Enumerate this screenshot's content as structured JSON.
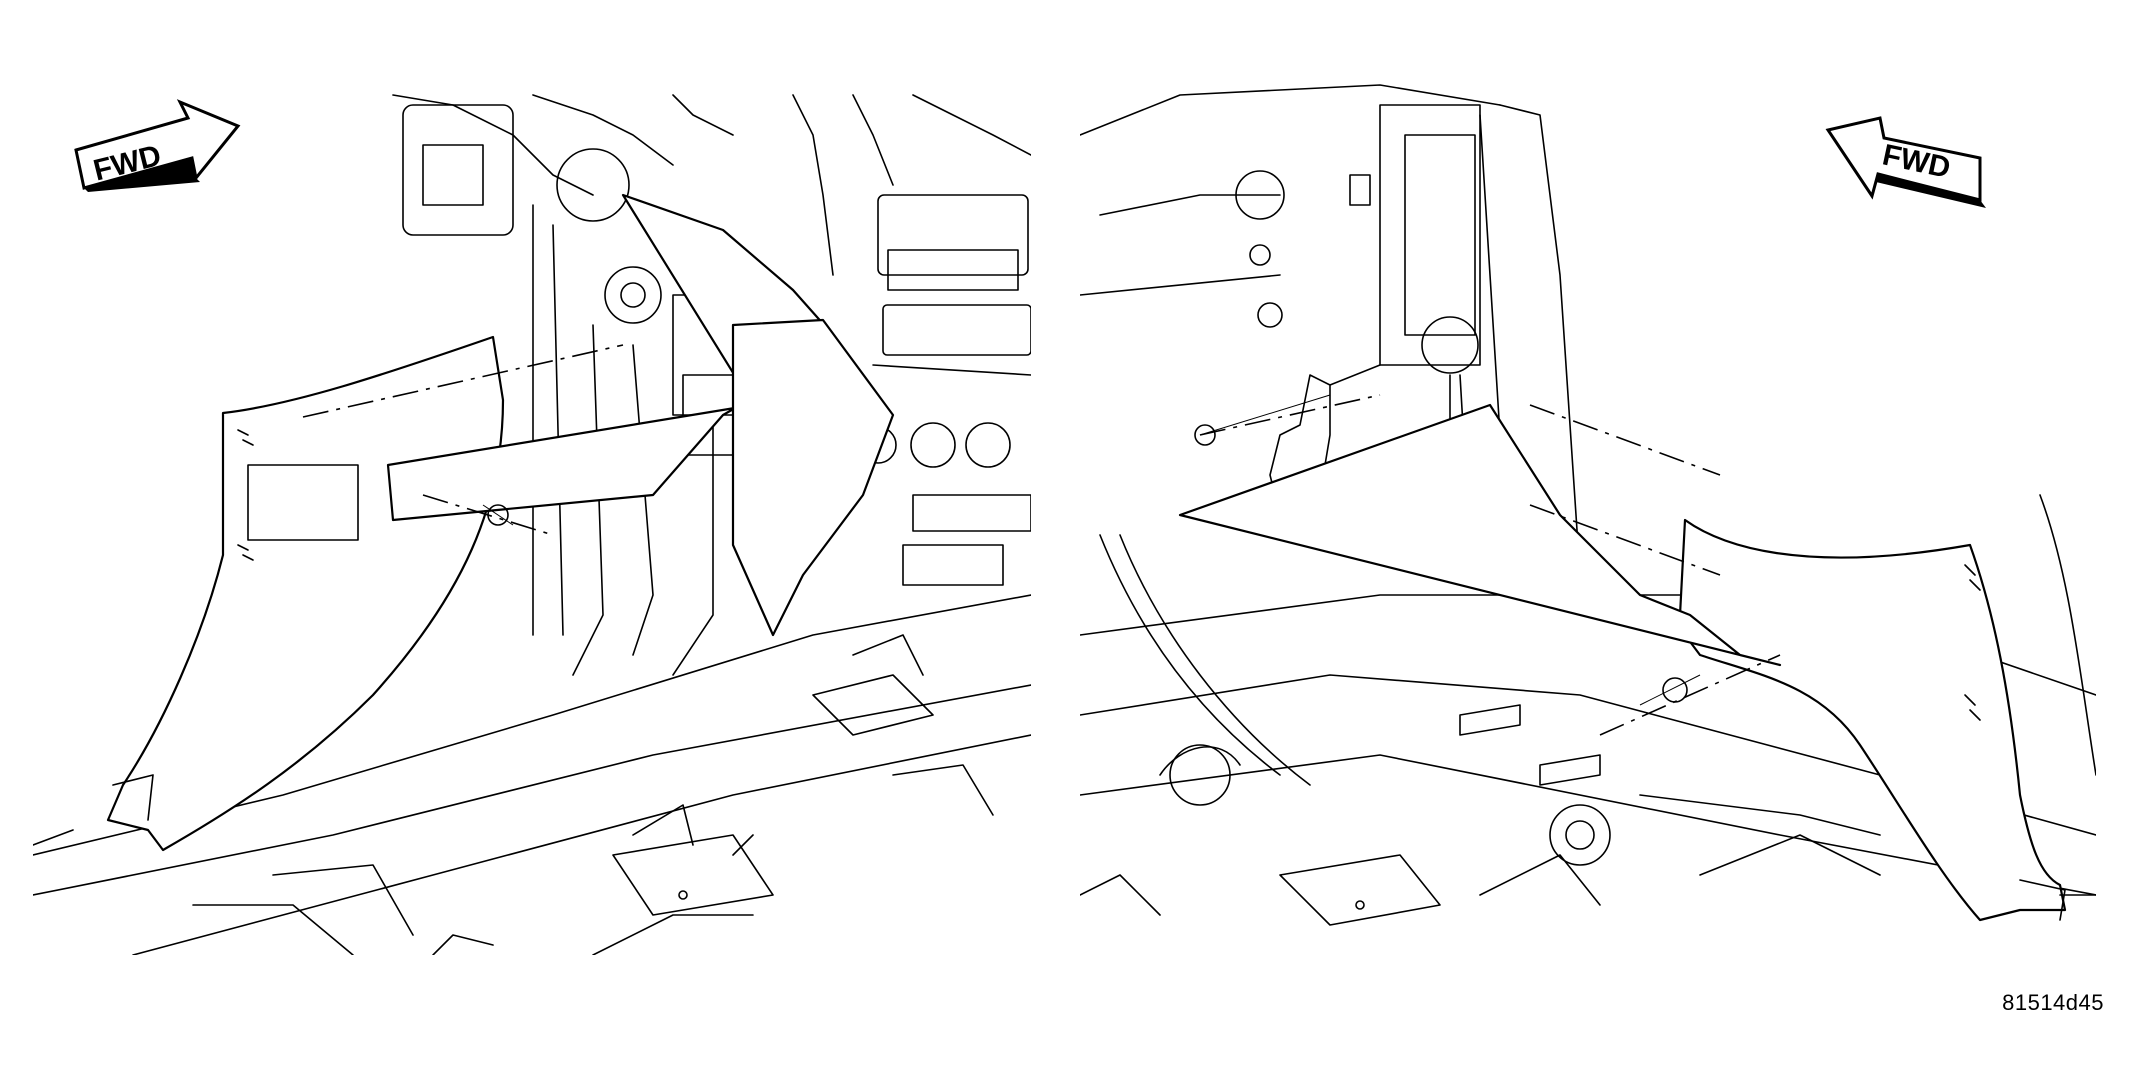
{
  "arrows": {
    "left": {
      "label": "FWD",
      "direction": "right"
    },
    "right": {
      "label": "FWD",
      "direction": "left"
    }
  },
  "figure_id": "81514d45",
  "colors": {
    "ink": "#000000",
    "paper": "#ffffff"
  }
}
